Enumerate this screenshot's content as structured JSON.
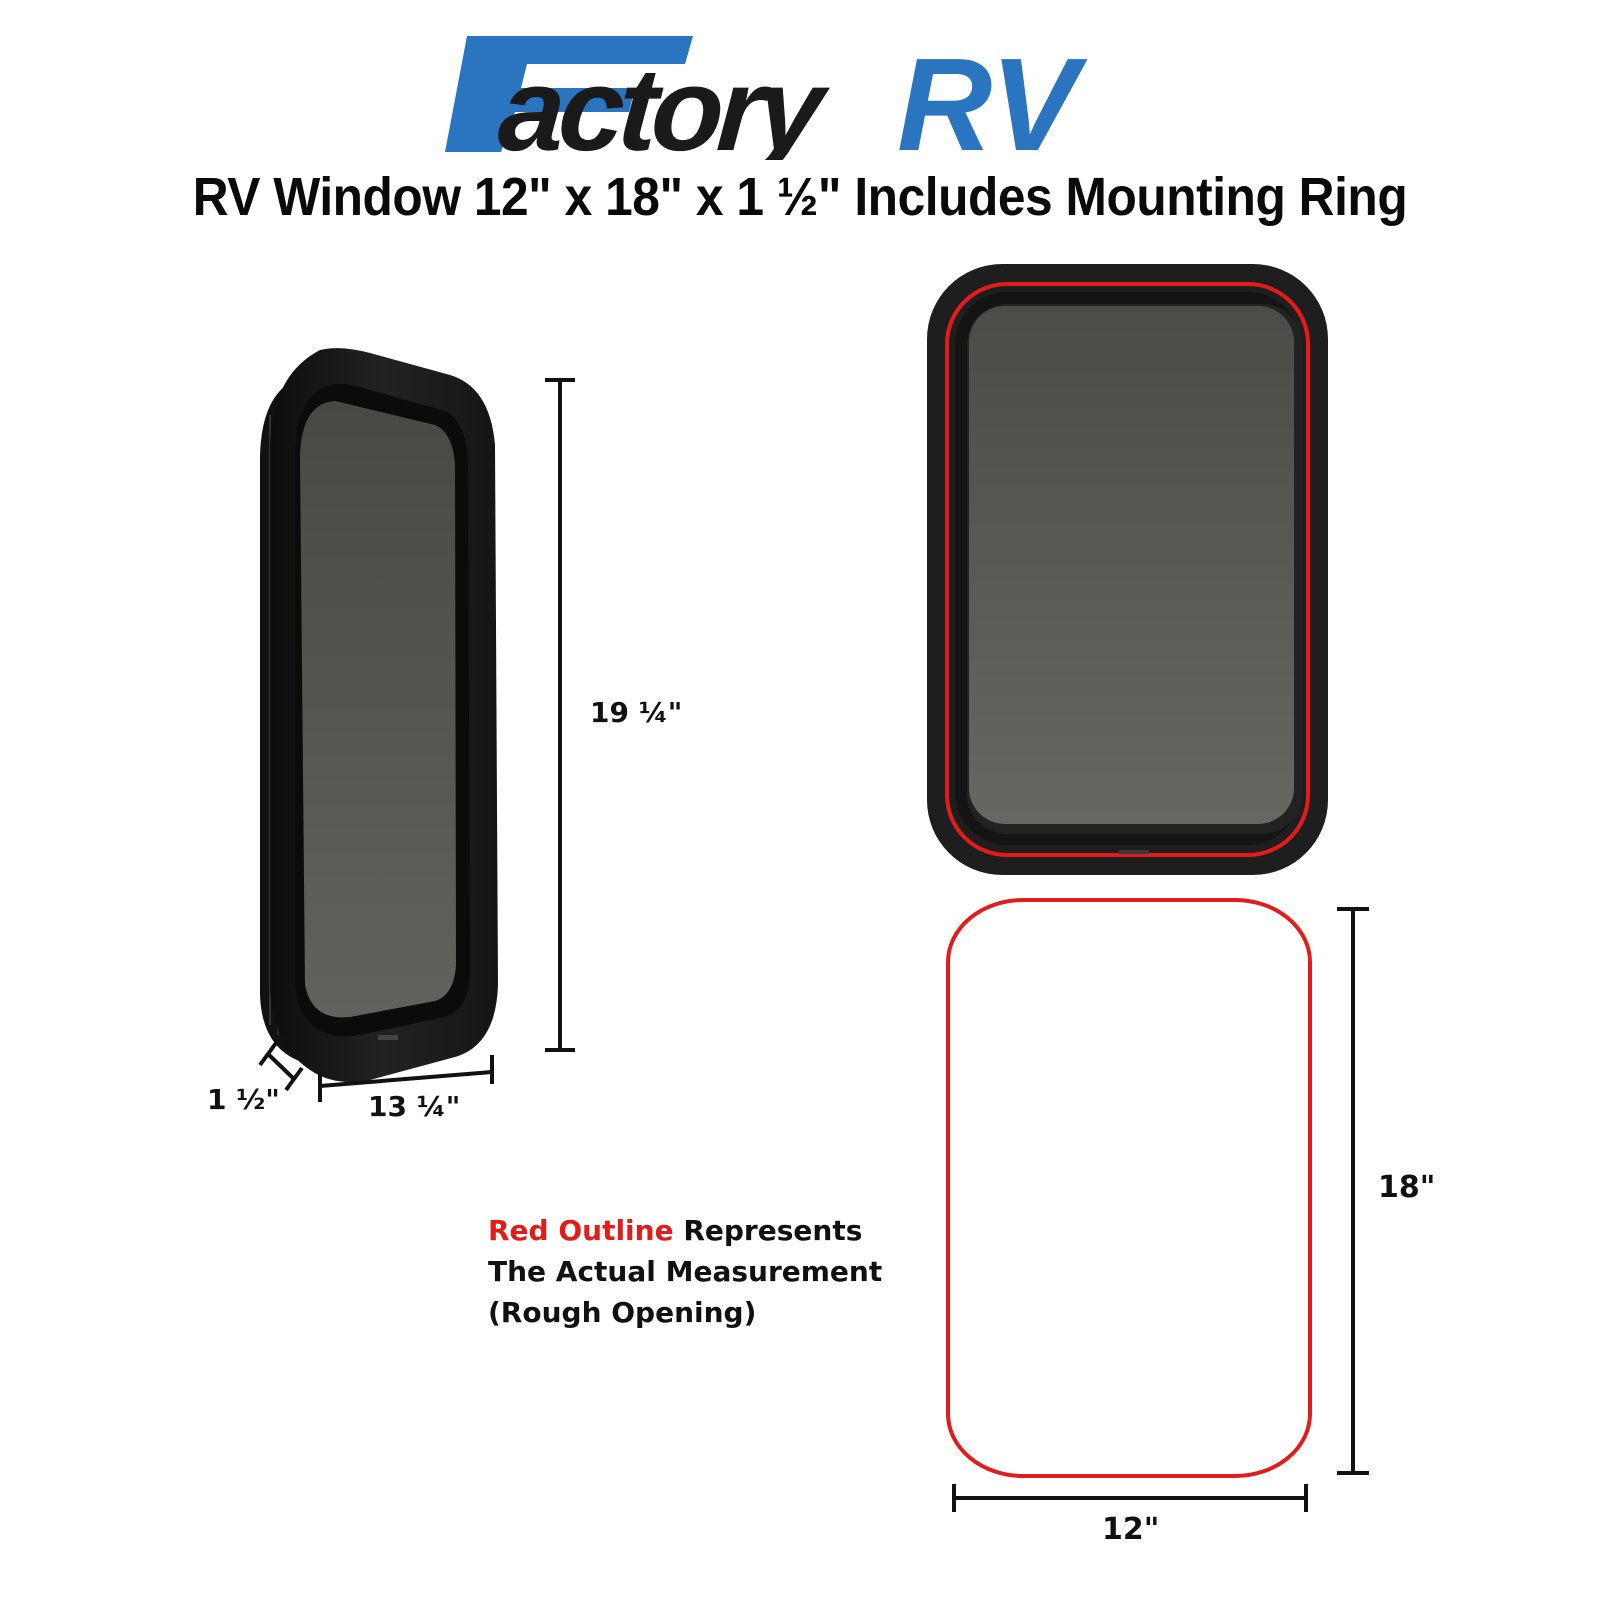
{
  "brand": {
    "logo_part1": "Factory",
    "logo_part2": "RV",
    "colors": {
      "blue": "#2a74c0",
      "black": "#1a1a1a"
    }
  },
  "title": "RV Window 12\" x 18\" x 1 ½\" Includes Mounting Ring",
  "side_view": {
    "height_label": "19 ¼\"",
    "width_label": "13 ¼\"",
    "depth_label": "1 ½\""
  },
  "front_view": {
    "outline_color": "#e31b1b",
    "frame_color": "#1e1e1e",
    "glass_color": "#5a5b57"
  },
  "rough_opening": {
    "width_label": "12\"",
    "height_label": "18\"",
    "outline_color": "#e31b1b"
  },
  "note": {
    "highlight": "Red Outline",
    "line1_rest": " Represents",
    "line2": "The Actual Measurement",
    "line3": "(Rough Opening)"
  }
}
